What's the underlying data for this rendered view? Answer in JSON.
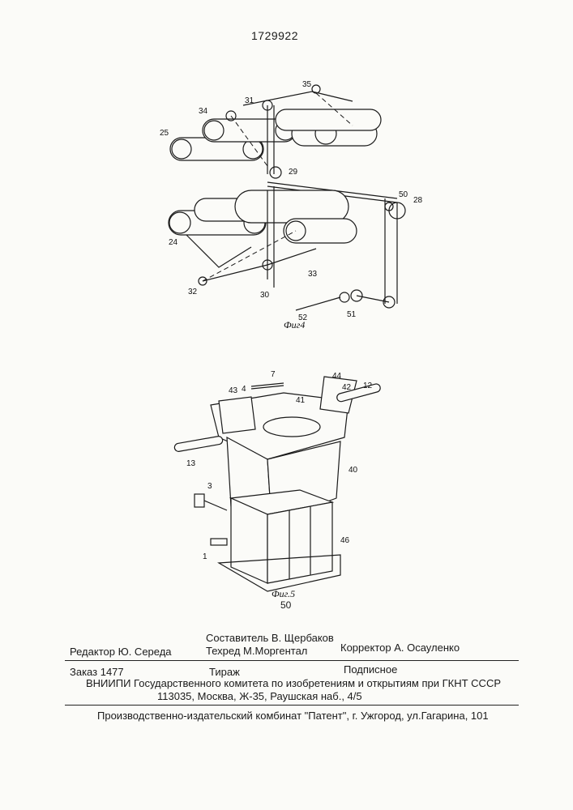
{
  "patent_number": "1729922",
  "figures": {
    "fig4": {
      "caption": "Фиг4",
      "labels": [
        "35",
        "31",
        "34",
        "25",
        "29",
        "28",
        "50",
        "24",
        "32",
        "30",
        "33",
        "52",
        "51"
      ]
    },
    "fig5": {
      "caption": "Фиг.5",
      "labels": [
        "7",
        "43",
        "4",
        "41",
        "44",
        "42",
        "12",
        "13",
        "40",
        "3",
        "46",
        "1"
      ]
    }
  },
  "line_number": "50",
  "footer": {
    "composer": "Составитель  В. Щербаков",
    "editor": "Редактор  Ю. Середа",
    "techred": "Техред М.Моргентал",
    "corrector": "Корректор  А. Осауленко",
    "order": "Заказ  1477",
    "circulation": "Тираж",
    "subscription": "Подписное",
    "vniipi": "ВНИИПИ Государственного комитета по изобретениям и открытиям при ГКНТ СССР",
    "address": "113035, Москва, Ж-35, Раушская наб., 4/5",
    "publisher": "Производственно-издательский комбинат \"Патент\", г. Ужгород, ул.Гагарина, 101"
  }
}
